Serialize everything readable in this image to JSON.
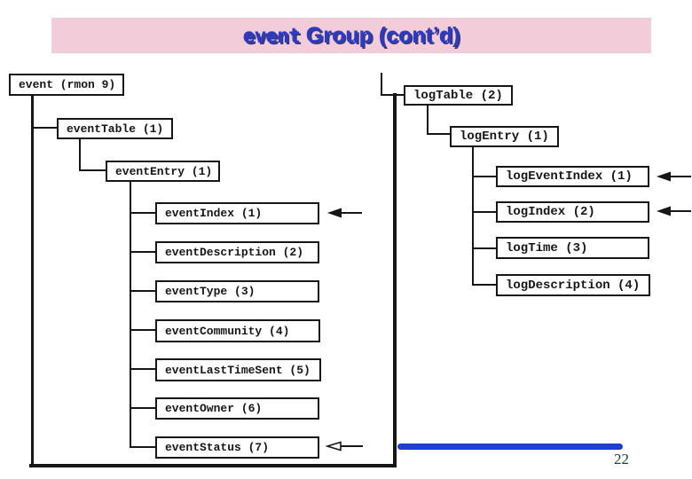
{
  "slide": {
    "title_keyword": "event",
    "title_rest": " Group (cont’d)",
    "page_number": "22"
  },
  "colors": {
    "title_bar_bg": "#f2ccd9",
    "title_text": "#2c3bc7",
    "title_shadow": "#18206e",
    "diagram_ink": "#161616",
    "accent_line": "#1f3fd4",
    "page_number_text": "#1e4526"
  },
  "diagram": {
    "nodes": {
      "event": "event (rmon 9)",
      "event_table": "eventTable (1)",
      "event_entry": "eventEntry (1)",
      "event_index": "eventIndex (1)",
      "event_description": "eventDescription (2)",
      "event_type": "eventType (3)",
      "event_community": "eventCommunity (4)",
      "event_last_time_sent": "eventLastTimeSent (5)",
      "event_owner": "eventOwner (6)",
      "event_status": "eventStatus (7)",
      "log_table": "logTable (2)",
      "log_entry": "logEntry (1)",
      "log_event_index": "logEventIndex (1)",
      "log_index": "logIndex (2)",
      "log_time": "logTime (3)",
      "log_description": "logDescription (4)"
    },
    "arrow_marked_nodes": [
      "eventIndex (1)",
      "eventStatus (7)",
      "logEventIndex (1)",
      "logIndex (2)"
    ]
  }
}
